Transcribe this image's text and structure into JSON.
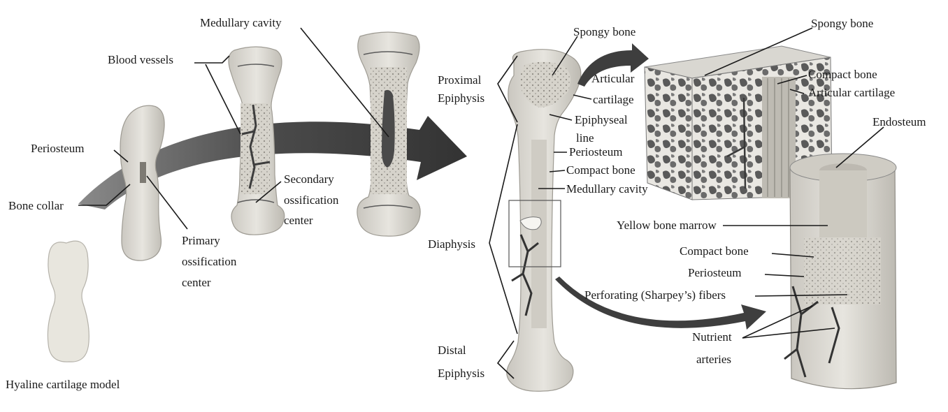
{
  "labels": {
    "hyaline_cartilage_model": "Hyaline cartilage model",
    "periosteum_left": "Periosteum",
    "bone_collar": "Bone collar",
    "blood_vessels": "Blood vessels",
    "medullary_cavity_top": "Medullary cavity",
    "primary_ossification_1": "Primary",
    "primary_ossification_2": "ossification",
    "primary_ossification_3": "center",
    "secondary_ossification_1": "Secondary",
    "secondary_ossification_2": "ossification",
    "secondary_ossification_3": "center",
    "proximal_epiphysis_1": "Proximal",
    "proximal_epiphysis_2": "Epiphysis",
    "diaphysis": "Diaphysis",
    "distal_epiphysis_1": "Distal",
    "distal_epiphysis_2": "Epiphysis",
    "spongy_bone_center": "Spongy bone",
    "articular_cartilage_center_1": "Articular",
    "articular_cartilage_center_2": "cartilage",
    "epiphyseal_line_1": "Epiphyseal",
    "epiphyseal_line_2": "line",
    "periosteum_center": "Periosteum",
    "compact_bone_center": "Compact bone",
    "medullary_cavity_center": "Medullary cavity",
    "spongy_bone_right": "Spongy bone",
    "compact_bone_right": "Compact bone",
    "articular_cartilage_right": "Articular cartilage",
    "endosteum": "Endosteum",
    "yellow_bone_marrow": "Yellow bone marrow",
    "compact_bone_lower": "Compact bone",
    "periosteum_lower": "Periosteum",
    "perforating_fibers": "Perforating (Sharpey’s) fibers",
    "nutrient_arteries_1": "Nutrient",
    "nutrient_arteries_2": "arteries"
  },
  "colors": {
    "arrow": "#3a3a3a",
    "cartilage": "#e6e4dc",
    "bone_fill": "#d8d6cf",
    "spongy": "#b9b6ae",
    "marrow": "#c9c6bd",
    "vessel": "#444444",
    "text": "#1a1a1a"
  }
}
